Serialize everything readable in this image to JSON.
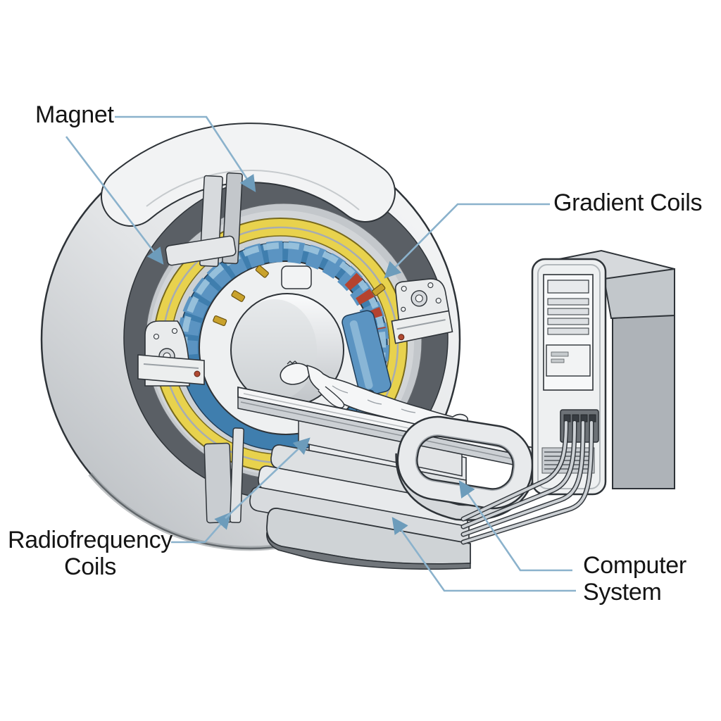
{
  "diagram": {
    "type": "annotated-illustration",
    "subject": "MRI scanner cutaway diagram with patient table and computer tower",
    "labels": {
      "magnet": "Magnet",
      "gradient_coils": "Gradient Coils",
      "radiofrequency_coils_line1": "Radiofrequency",
      "radiofrequency_coils_line2": "Coils",
      "computer_system_line1": "Computer",
      "computer_system_line2": "System"
    },
    "components": [
      {
        "name": "Magnet",
        "depiction": "dark gray ring revealed by housing cutaway",
        "color": "#5a5f65"
      },
      {
        "name": "Gradient Coils",
        "depiction": "yellow ring inside the magnet",
        "color": "#e8d24d"
      },
      {
        "name": "Radiofrequency Coils",
        "depiction": "blue coil segments surrounding the bore",
        "color": "#4e8ab8"
      },
      {
        "name": "Computer System",
        "depiction": "tower computer connected by four cables",
        "color": "#c6cacd"
      }
    ],
    "colors": {
      "background": "#ffffff",
      "leader_line": "#8bb2cc",
      "arrowhead": "#6d9cbb",
      "outline": "#2e3338",
      "text": "#141414",
      "magnet_dark_gray": "#5a5f65",
      "gradient_coil_yellow": "#e8d24d",
      "rf_coil_blue": "#4e8ab8",
      "accent_red": "#b5432f",
      "gold_connector": "#c9a22c"
    }
  }
}
